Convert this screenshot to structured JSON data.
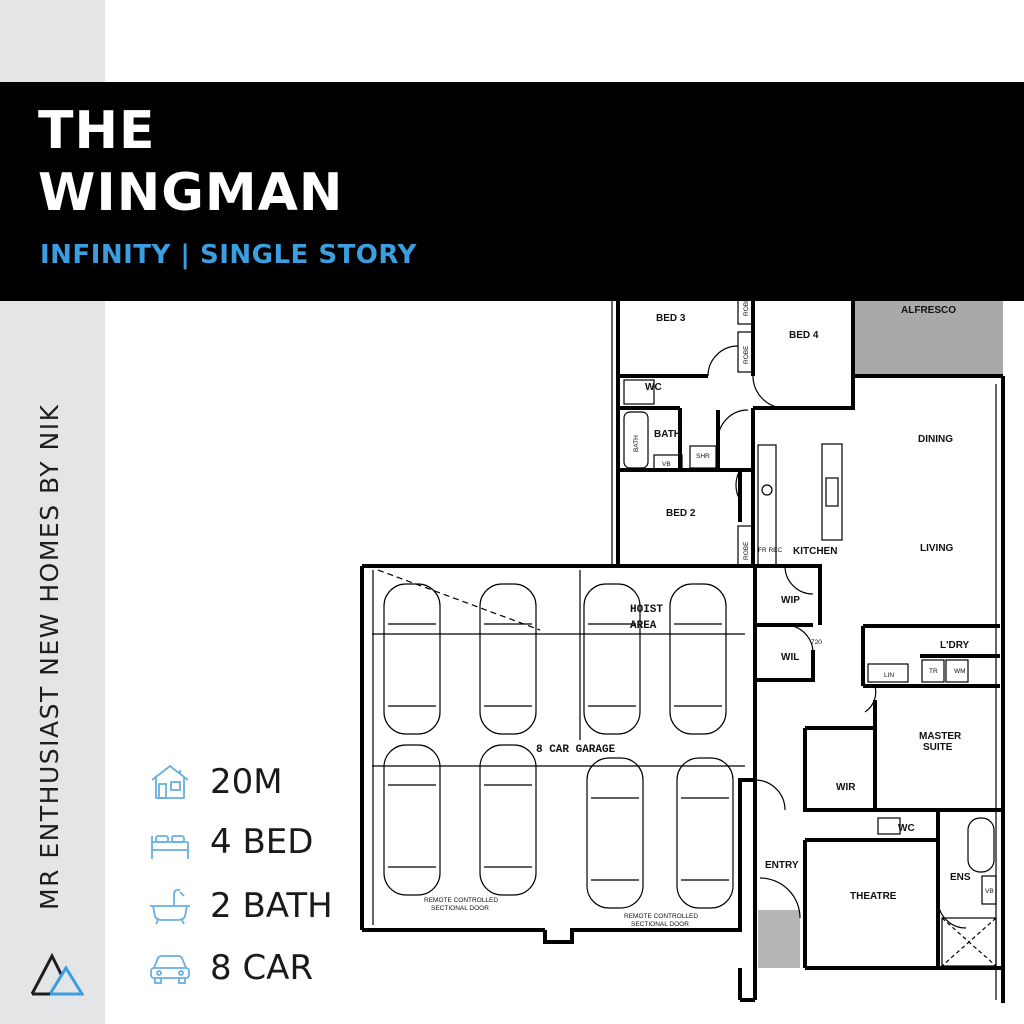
{
  "header": {
    "title_line1": "THE",
    "title_line2": "WINGMAN",
    "subtitle": "INFINITY | SINGLE STORY"
  },
  "sidebar": {
    "brand_text": "MR ENTHUSIAST NEW HOMES BY NIK"
  },
  "specs": [
    {
      "icon": "house-frontage-icon",
      "value": "20M"
    },
    {
      "icon": "bed-icon",
      "value": "4 BED"
    },
    {
      "icon": "bath-icon",
      "value": "2 BATH"
    },
    {
      "icon": "car-icon",
      "value": "8 CAR"
    }
  ],
  "floorplan": {
    "rooms": {
      "bed3": "BED 3",
      "bed4": "BED 4",
      "alfresco": "ALFRESCO",
      "robe1": "ROBE",
      "robe2": "ROBE",
      "robe3": "ROBE",
      "wc1": "WC",
      "bath": "BATH",
      "bath_tub": "BATH",
      "shr": "SHR",
      "vb1": "VB",
      "bed2": "BED 2",
      "dining": "DINING",
      "living": "LIVING",
      "kitchen": "KITCHEN",
      "fr_rec": "FR REC",
      "wip": "WIP",
      "wil": "WIL",
      "ldry": "L'DRY",
      "tr": "TR",
      "wm": "WM",
      "lin": "LIN",
      "hoist_line1": "HOIST",
      "hoist_line2": "AREA",
      "garage": "8 CAR GARAGE",
      "master_line1": "MASTER",
      "master_line2": "SUITE",
      "wir": "WIR",
      "wc2": "WC",
      "ens": "ENS",
      "vb2": "VB",
      "entry": "ENTRY",
      "theatre": "THEATRE",
      "door1_line1": "REMOTE CONTROLLED",
      "door1_line2": "SECTIONAL DOOR",
      "door2_line1": "REMOTE CONTROLLED",
      "door2_line2": "SECTIONAL DOOR",
      "dim": "720"
    }
  },
  "colors": {
    "accent": "#3a9ee0",
    "banner": "#000000",
    "strip": "#e4e5e6",
    "alfresco": "#a9a9a9",
    "icon": "#6aaee0"
  }
}
